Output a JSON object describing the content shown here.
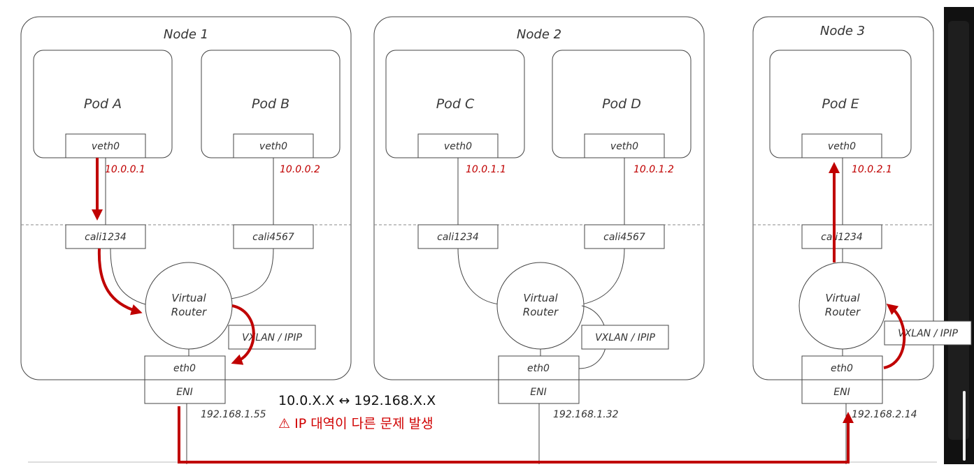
{
  "nodes": [
    {
      "title": "Node 1",
      "pods": [
        {
          "name": "Pod A",
          "veth": "veth0",
          "ip": "10.0.0.1"
        },
        {
          "name": "Pod B",
          "veth": "veth0",
          "ip": "10.0.0.2"
        }
      ],
      "cali": [
        "cali1234",
        "cali4567"
      ],
      "router": [
        "Virtual",
        "Router"
      ],
      "tunnel": "VXLAN / IPIP",
      "eth": "eth0",
      "eni": "ENI",
      "host_ip": "192.168.1.55"
    },
    {
      "title": "Node 2",
      "pods": [
        {
          "name": "Pod C",
          "veth": "veth0",
          "ip": "10.0.1.1"
        },
        {
          "name": "Pod D",
          "veth": "veth0",
          "ip": "10.0.1.2"
        }
      ],
      "cali": [
        "cali1234",
        "cali4567"
      ],
      "router": [
        "Virtual",
        "Router"
      ],
      "tunnel": "VXLAN / IPIP",
      "eth": "eth0",
      "eni": "ENI",
      "host_ip": "192.168.1.32"
    },
    {
      "title": "Node 3",
      "pods": [
        {
          "name": "Pod E",
          "veth": "veth0",
          "ip": "10.0.2.1"
        }
      ],
      "cali": [
        "cali1234"
      ],
      "router": [
        "Virtual",
        "Router"
      ],
      "tunnel": "VXLAN / IPIP",
      "eth": "eth0",
      "eni": "ENI",
      "host_ip": "192.168.2.14"
    }
  ],
  "mapping_text": "10.0.X.X ↔ 192.168.X.X",
  "warning": {
    "icon": "⚠",
    "text": "IP 대역이 다른 문제 발생"
  },
  "colors": {
    "packet_path": "#c00000",
    "warning": "#d00000"
  }
}
